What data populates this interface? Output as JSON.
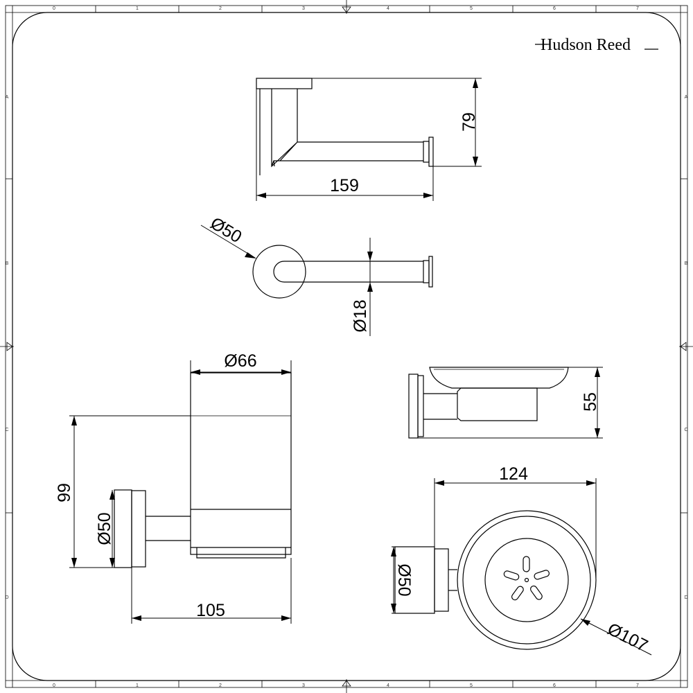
{
  "brand": {
    "name": "Hudson Reed"
  },
  "border": {
    "columns": [
      "0",
      "1",
      "2",
      "3",
      "4",
      "5",
      "6",
      "7"
    ],
    "rows": [
      "A",
      "B",
      "C",
      "D"
    ]
  },
  "dimensions": {
    "roll_holder_height": "79",
    "roll_holder_width": "159",
    "roll_plate_diameter": "Ø50",
    "roll_bar_diameter": "Ø18",
    "tumbler_diameter": "Ø66",
    "tumbler_height": "99",
    "tumbler_plate_diameter": "Ø50",
    "tumbler_projection": "105",
    "soap_dish_height": "55",
    "soap_dish_width": "124",
    "soap_plate_diameter": "Ø50",
    "soap_dish_diameter": "Ø107"
  },
  "colors": {
    "line": "#000000",
    "background": "#ffffff"
  }
}
